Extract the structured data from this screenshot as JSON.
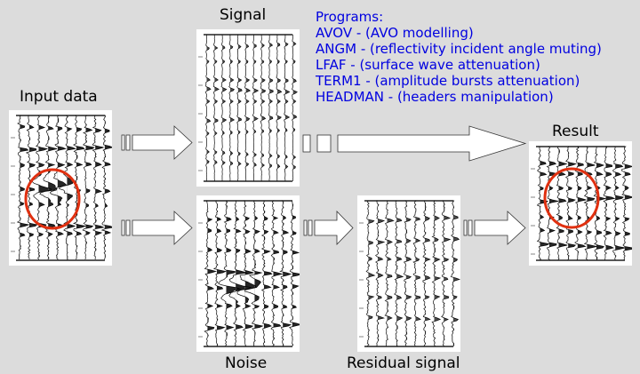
{
  "labels": {
    "input": "Input data",
    "signal": "Signal",
    "noise": "Noise",
    "residual": "Residual signal",
    "result": "Result"
  },
  "programs": {
    "title": "Programs:",
    "items": [
      "AVOV - (AVO modelling)",
      "ANGM - (reflectivity incident angle muting)",
      "LFAF - (surface wave attenuation)",
      "TERM1 - (amplitude bursts attenuation)",
      "HEADMAN - (headers manipulation)"
    ]
  },
  "colors": {
    "background": "#dcdcdc",
    "program_text": "#0000e0",
    "highlight_circle": "#e03010"
  }
}
